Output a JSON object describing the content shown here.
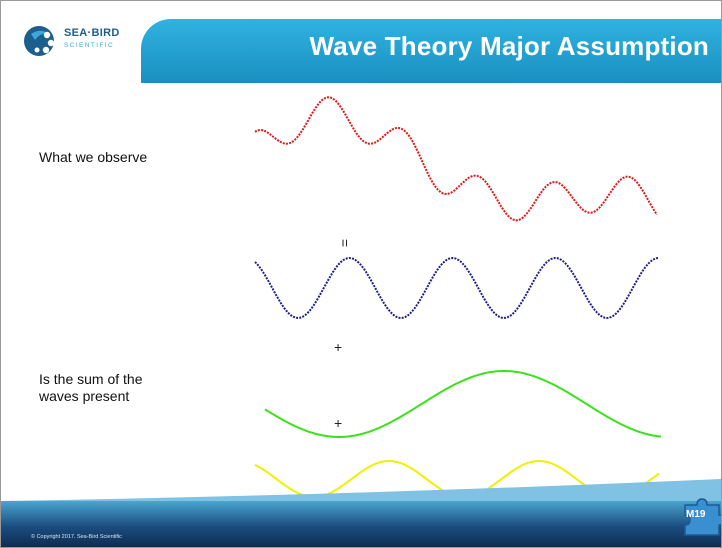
{
  "header": {
    "logo_line1": "SEA·BIRD",
    "logo_line2": "SCIENTIFIC",
    "title": "Wave Theory Major Assumption"
  },
  "labels": {
    "observe": "What we observe",
    "sum_line1": "Is the sum of the",
    "sum_line2": "waves present"
  },
  "operators": {
    "equals": "=",
    "plus1": "+",
    "plus2": "+"
  },
  "waves": [
    {
      "name": "observed",
      "color": "#e01818",
      "style": "dotted"
    },
    {
      "name": "component-1",
      "color": "#20208a",
      "style": "dotted"
    },
    {
      "name": "component-2",
      "color": "#3be21a",
      "style": "solid"
    },
    {
      "name": "component-3",
      "color": "#f0f000",
      "style": "solid"
    }
  ],
  "footer": {
    "copyright": "© Copyright 2017. Sea-Bird Scientific",
    "module_badge": "M19"
  }
}
